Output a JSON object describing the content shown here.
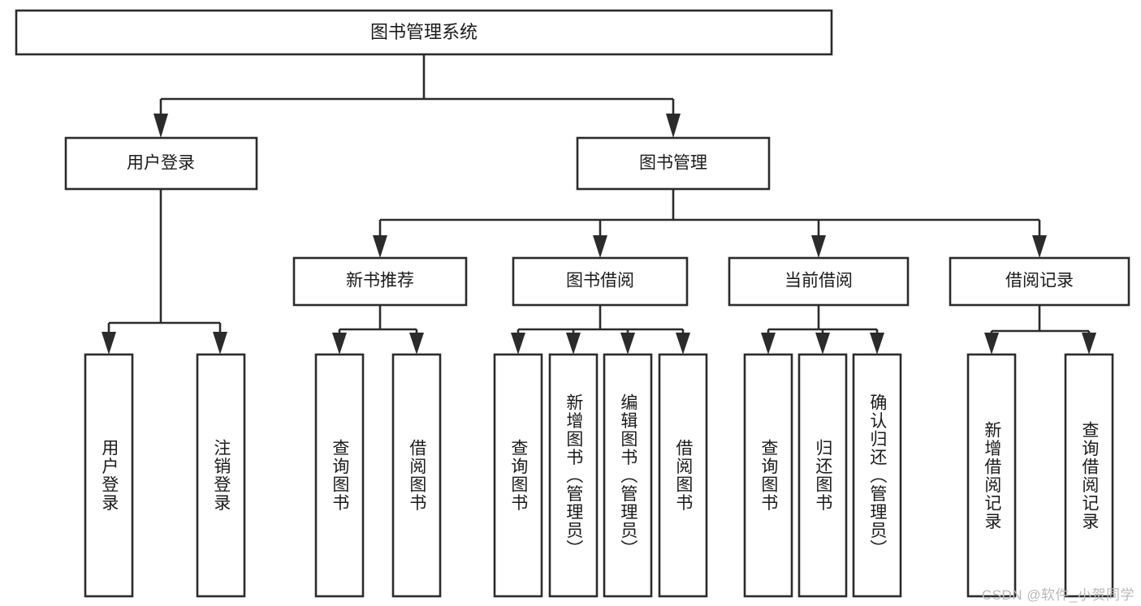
{
  "diagram": {
    "type": "tree-hierarchy",
    "title": "图书管理系统",
    "watermark": "CSDN @软件_小贺同学",
    "colors": {
      "stroke": "#2b2b2b",
      "fill": "#ffffff",
      "text": "#1a1a1a",
      "watermark": "#b9b9b9",
      "background": "#ffffff"
    },
    "root": {
      "label": "图书管理系统"
    },
    "level2": [
      {
        "label": "用户登录"
      },
      {
        "label": "图书管理"
      }
    ],
    "level3": [
      {
        "label": "新书推荐"
      },
      {
        "label": "图书借阅"
      },
      {
        "label": "当前借阅"
      },
      {
        "label": "借阅记录"
      }
    ],
    "leaves": {
      "user_login": [
        {
          "label": "用户登录"
        },
        {
          "label": "注销登录"
        }
      ],
      "new_book_recommend": [
        {
          "label": "查询图书"
        },
        {
          "label": "借阅图书"
        }
      ],
      "book_borrow": [
        {
          "label": "查询图书"
        },
        {
          "label": "新增图书（管理员）"
        },
        {
          "label": "编辑图书（管理员）"
        },
        {
          "label": "借阅图书"
        }
      ],
      "current_borrow": [
        {
          "label": "查询图书"
        },
        {
          "label": "归还图书"
        },
        {
          "label": "确认归还（管理员）"
        }
      ],
      "borrow_record": [
        {
          "label": "新增借阅记录"
        },
        {
          "label": "查询借阅记录"
        }
      ]
    }
  }
}
